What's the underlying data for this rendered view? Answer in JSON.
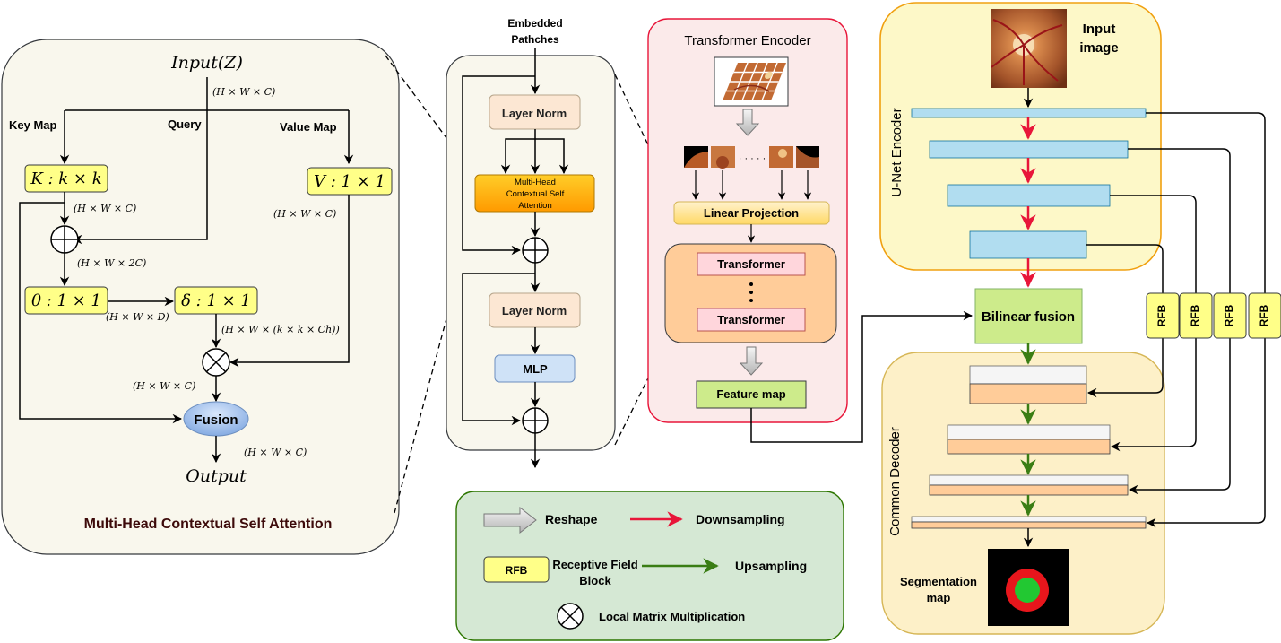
{
  "mhcsa": {
    "title": "Multi-Head Contextual Self Attention",
    "input": "Input(Z)",
    "output": "Output",
    "input_dim": "(H × W × C)",
    "key_map": "Key Map",
    "query": "Query",
    "value_map": "Value Map",
    "k_box": "K : k × k",
    "v_box": "V : 1 × 1",
    "theta_box": "θ : 1 × 1",
    "delta_box": "δ : 1 × 1",
    "fusion": "Fusion",
    "dim_k": "(H × W × C)",
    "dim_v": "(H × W × C)",
    "dim_plus": "(H × W × 2C)",
    "dim_theta": "(H × W × D)",
    "dim_delta": "(H × W × (k × k × Ch))",
    "dim_mul": "(H × W × C)",
    "dim_out": "(H × W × C)"
  },
  "transformer_block": {
    "embedded_line1": "Embedded",
    "embedded_line2": "Pathches",
    "layer_norm_1": "Layer Norm",
    "attention_line1": "Multi-Head",
    "attention_line2": "Contextual Self",
    "attention_line3": "Attention",
    "layer_norm_2": "Layer Norm",
    "mlp": "MLP"
  },
  "transformer_encoder": {
    "title": "Transformer Encoder",
    "dots": "· · · · ·",
    "linear_projection": "Linear Projection",
    "transformer_1": "Transformer",
    "transformer_2": "Transformer",
    "feature_map": "Feature map"
  },
  "unet": {
    "title": "U-Net Encoder",
    "input_line1": "Input",
    "input_line2": "image",
    "bilinear_fusion": "Bilinear fusion",
    "rfb_labels": [
      "RFB",
      "RFB",
      "RFB",
      "RFB"
    ]
  },
  "decoder": {
    "title": "Common Decoder",
    "seg_line1": "Segmentation",
    "seg_line2": "map"
  },
  "legend": {
    "reshape": "Reshape",
    "downsampling": "Downsampling",
    "rfb": "RFB",
    "rfb_desc_line1": "Receptive Field",
    "rfb_desc_line2": "Block",
    "upsampling": "Upsampling",
    "local_mult": "Local Matrix Multiplication"
  },
  "colors": {
    "downsampling": "#e8163a",
    "upsampling": "#3a7d14",
    "rfb_fill": "#ffff88",
    "unet_panel": "#fdf8c8",
    "decoder_panel": "#fdf0c8",
    "encoder_panel": "#fbeaea",
    "legend_panel": "#d5e8d4",
    "encoder_bar": "#b1ddf0",
    "decoder_bar": "#ffcc99"
  }
}
